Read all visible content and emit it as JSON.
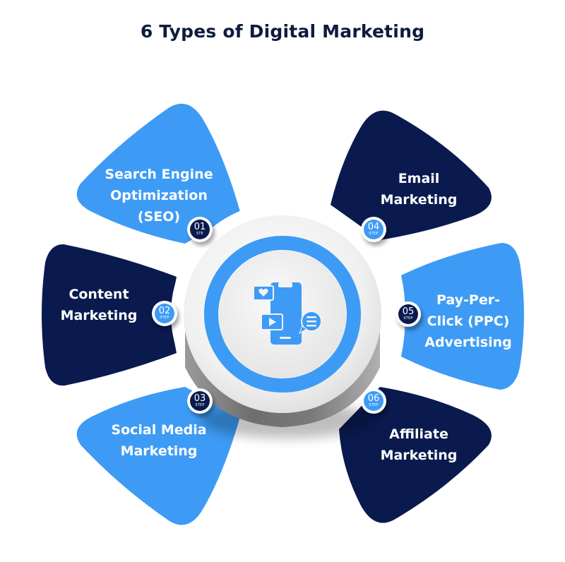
{
  "title": "6 Types of Digital Marketing",
  "colors": {
    "navy": "#0a1a4f",
    "light_blue": "#3d9bf5",
    "title": "#0d1b3e",
    "center_disc": "#f1f1f1"
  },
  "center": {
    "icon": "smartphone-social-media-icon"
  },
  "items": [
    {
      "step_number": "01",
      "step_label": "STE",
      "lines": [
        "Search Engine",
        "Optimization",
        "(SEO)"
      ],
      "color": "light_blue",
      "badge_color": "navy"
    },
    {
      "step_number": "02",
      "step_label": "STEP",
      "lines": [
        "Content",
        "Marketing"
      ],
      "color": "navy",
      "badge_color": "light_blue"
    },
    {
      "step_number": "03",
      "step_label": "STEP",
      "lines": [
        "Social Media",
        "Marketing"
      ],
      "color": "light_blue",
      "badge_color": "navy"
    },
    {
      "step_number": "04",
      "step_label": "STEP",
      "lines": [
        "Email",
        "Marketing"
      ],
      "color": "navy",
      "badge_color": "light_blue"
    },
    {
      "step_number": "05",
      "step_label": "STEP",
      "lines": [
        "Pay-Per-",
        "Click (PPC)",
        "Advertising"
      ],
      "color": "light_blue",
      "badge_color": "navy"
    },
    {
      "step_number": "06",
      "step_label": "STEP",
      "lines": [
        "Affiliate",
        "Marketing"
      ],
      "color": "navy",
      "badge_color": "light_blue"
    }
  ]
}
